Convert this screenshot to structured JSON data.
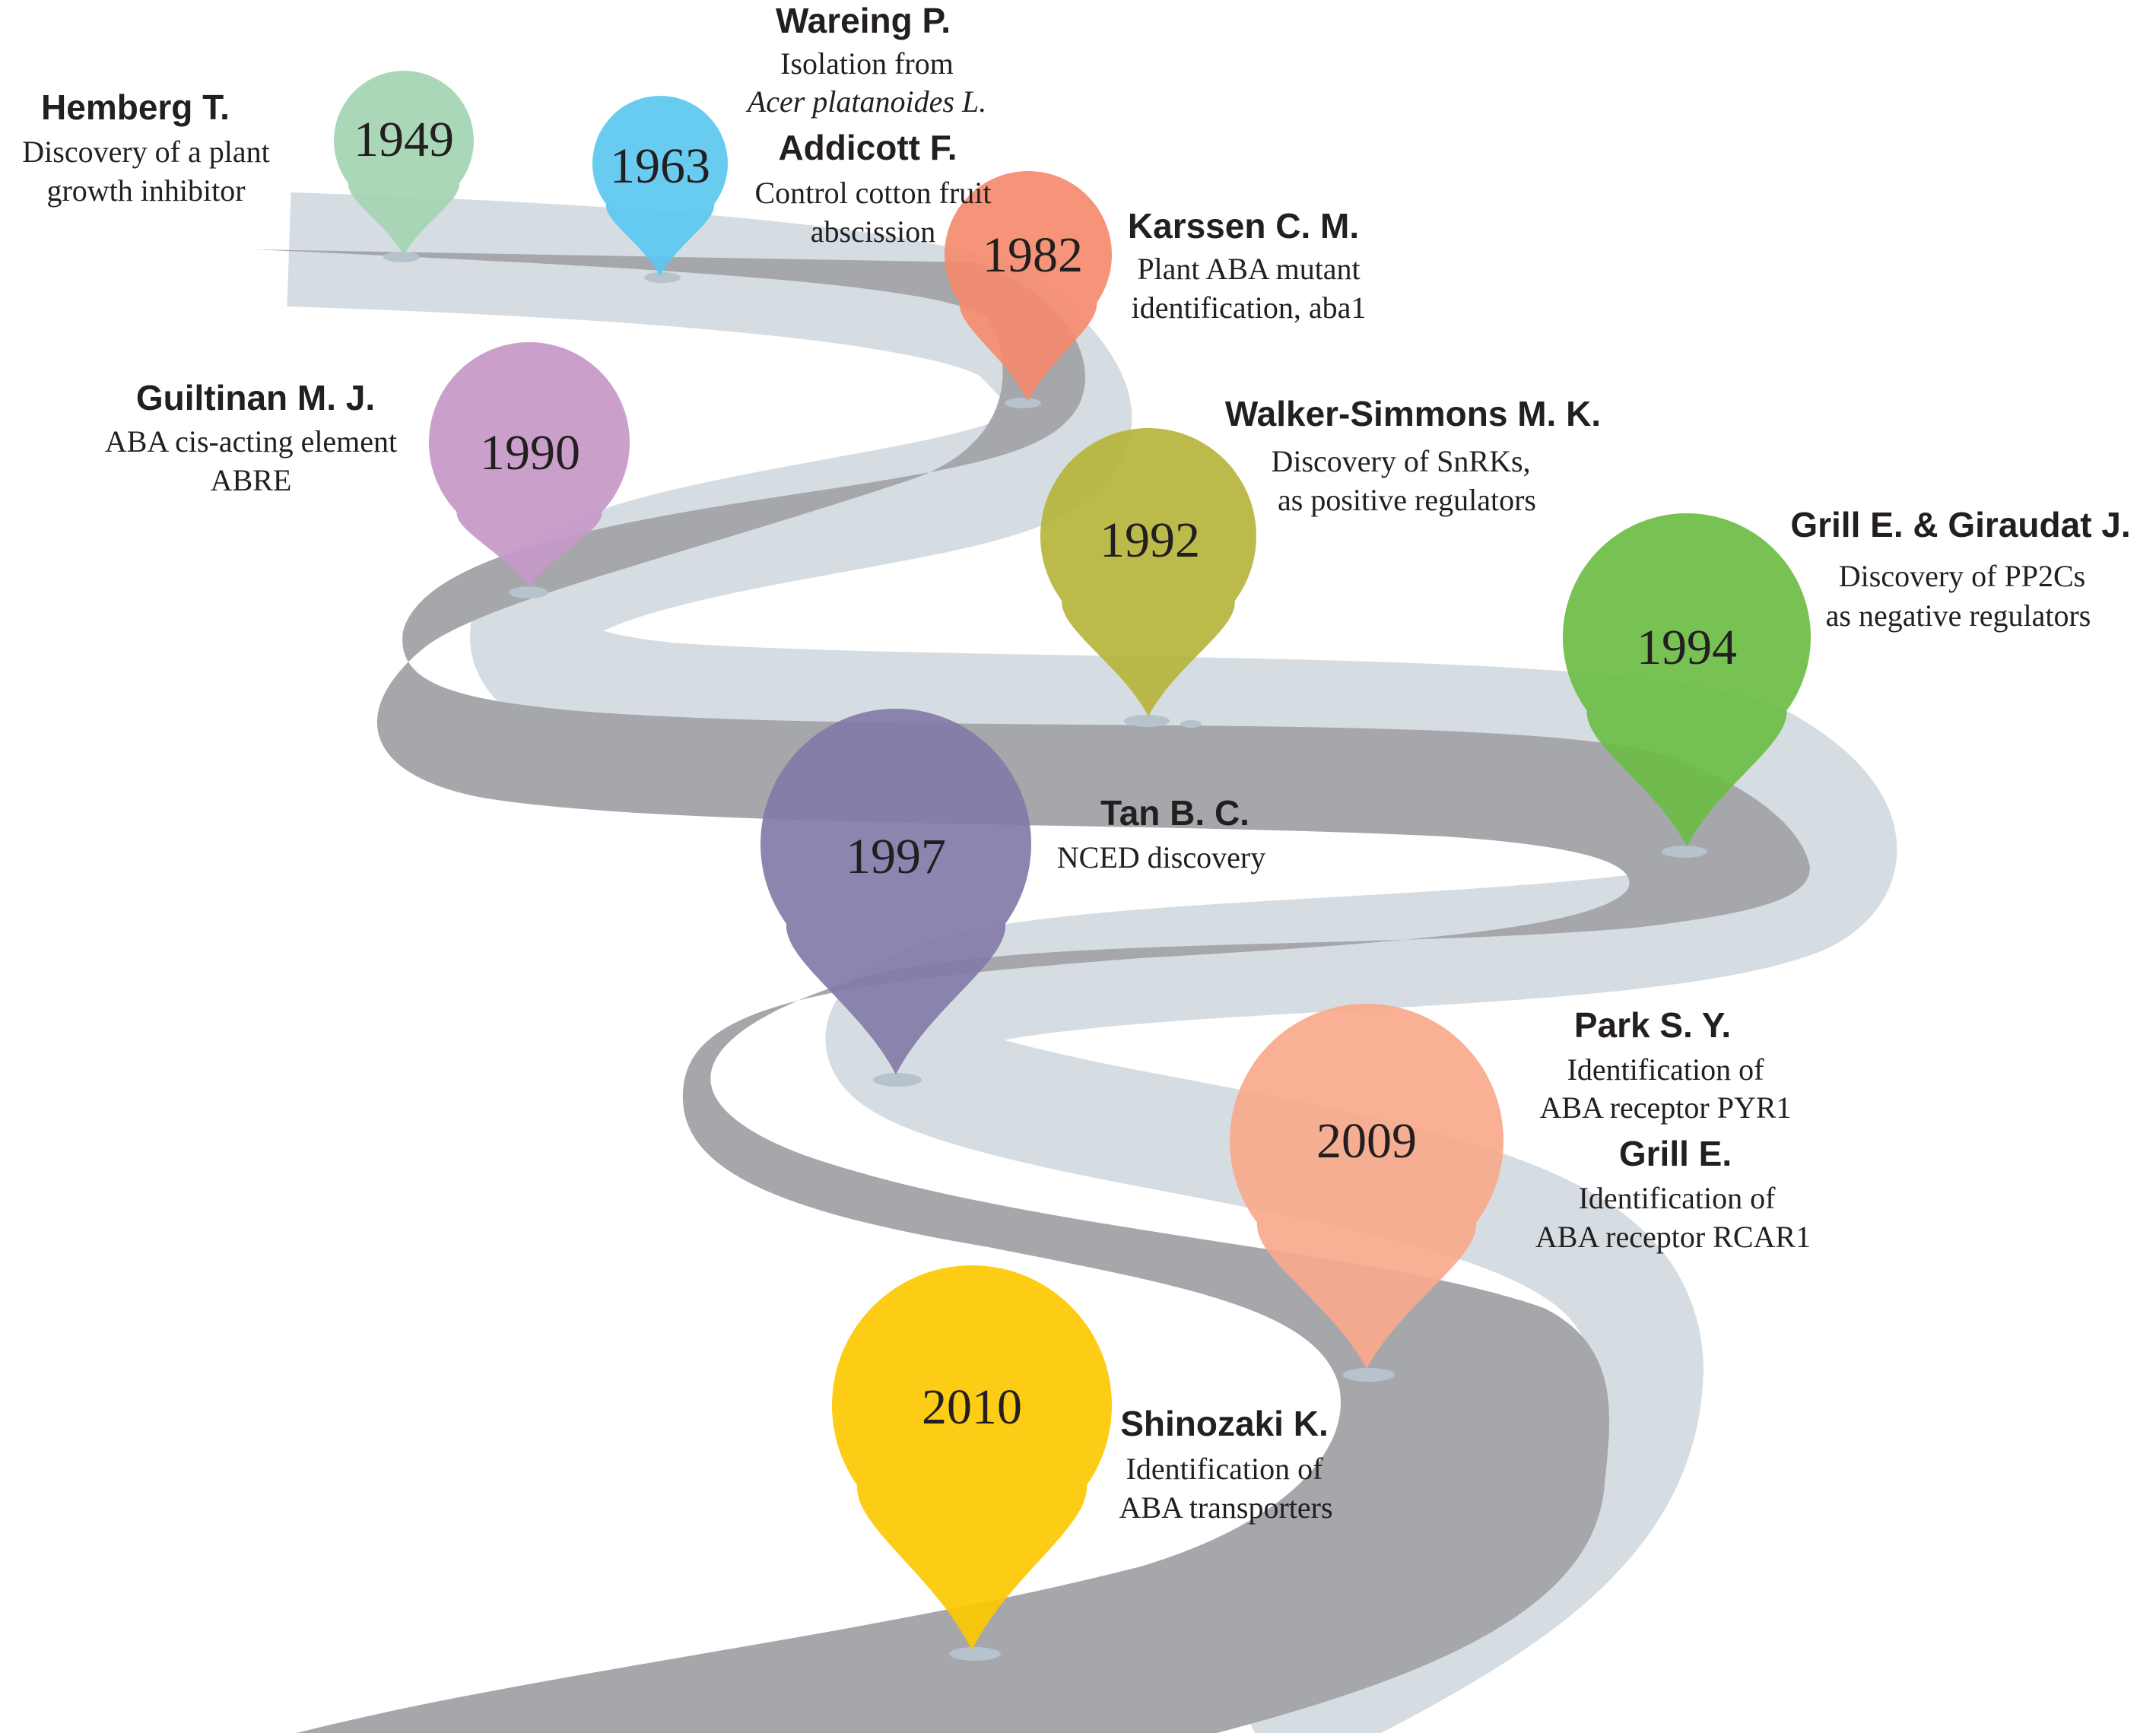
{
  "events": [
    {
      "year": "1949",
      "color": "#a3d4b1",
      "entries": [
        {
          "author": "Hemberg T.",
          "lines": [
            "Discovery of a plant",
            "growth inhibitor"
          ]
        }
      ]
    },
    {
      "year": "1963",
      "color": "#5bc8f0",
      "entries": [
        {
          "author": "Wareing P.",
          "lines": [
            "Isolation from",
            "Acer platanoides L."
          ]
        },
        {
          "author": "Addicott F.",
          "lines": [
            "Control cotton fruit",
            "abscission"
          ]
        }
      ]
    },
    {
      "year": "1982",
      "color": "#f48b6e",
      "entries": [
        {
          "author": "Karssen C. M.",
          "lines": [
            "Plant ABA mutant",
            "identification, aba1"
          ]
        }
      ]
    },
    {
      "year": "1990",
      "color": "#c598c7",
      "entries": [
        {
          "author": "Guiltinan M. J.",
          "lines": [
            "ABA cis-acting element",
            "ABRE"
          ]
        }
      ]
    },
    {
      "year": "1992",
      "color": "#b5b43c",
      "entries": [
        {
          "author": "Walker-Simmons M. K.",
          "lines": [
            "Discovery of SnRKs,",
            "as positive regulators"
          ]
        }
      ]
    },
    {
      "year": "1994",
      "color": "#6cbd45",
      "entries": [
        {
          "author": "Grill E. & Giraudat J.",
          "lines": [
            "Discovery of PP2Cs",
            "as negative regulators"
          ]
        }
      ]
    },
    {
      "year": "1997",
      "color": "#827ba8",
      "entries": [
        {
          "author": "Tan B. C.",
          "lines": [
            "NCED discovery"
          ]
        }
      ]
    },
    {
      "year": "2009",
      "color": "#f8a98c",
      "entries": [
        {
          "author": "Park S. Y.",
          "lines": [
            "Identification of",
            "ABA receptor PYR1"
          ]
        },
        {
          "author": "Grill E.",
          "lines": [
            "Identification of",
            "ABA receptor RCAR1"
          ]
        }
      ]
    },
    {
      "year": "2010",
      "color": "#fdc800",
      "entries": [
        {
          "author": "Shinozaki K.",
          "lines": [
            "Identification of",
            "ABA transporters"
          ]
        }
      ]
    }
  ],
  "road_color": "#a6a7ab",
  "road_shadow_color": "#d5dde2"
}
